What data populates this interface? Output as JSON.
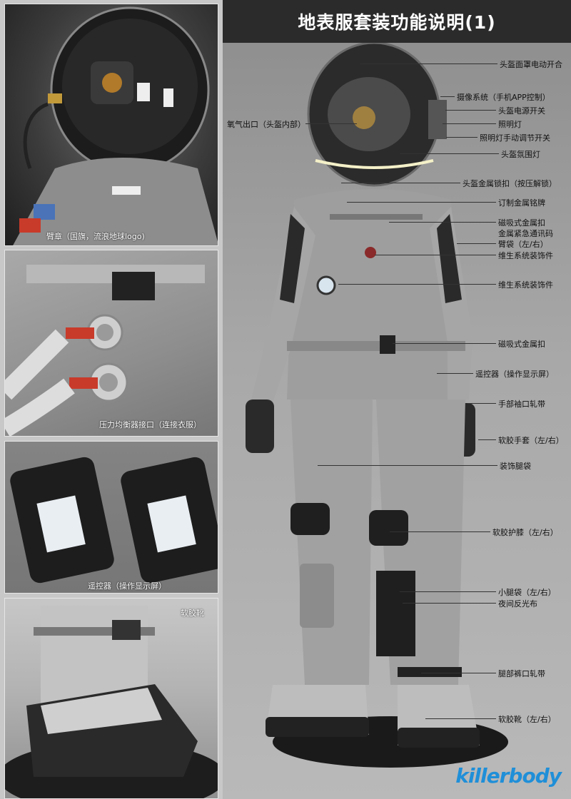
{
  "title": "地表服套装功能说明(1)",
  "insets": [
    {
      "caption": "臂章（国旗，流浪地球logo)"
    },
    {
      "caption": "压力均衡器接口（连接衣服）"
    },
    {
      "caption": "遥控器（操作显示屏）"
    },
    {
      "caption": "软胶靴"
    }
  ],
  "callouts_right": [
    "头盔面罩电动开合",
    "摄像系统（手机APP控制）",
    "头盔电源开关",
    "照明灯",
    "照明灯手动调节开关",
    "头盔氛围灯",
    "头盔金属锁扣（按压解锁）",
    "订制金属铭牌",
    "磁吸式金属扣",
    "金属紧急通讯码",
    "臂袋（左/右）",
    "维生系统装饰件",
    "维生系统装饰件",
    "磁吸式金属扣",
    "遥控器（操作显示屏）",
    "手部袖口轧带",
    "软胶手套（左/右）",
    "装饰腿袋",
    "软胶护膝（左/右）",
    "小腿袋（左/右）",
    "夜间反光布",
    "腿部裤口轧带",
    "软胶靴（左/右）"
  ],
  "callout_left": "氧气出口（头盔内部）",
  "brand": "killerbody",
  "colors": {
    "title_bar": "#2b2b2b",
    "brand": "#1f8fd8"
  }
}
